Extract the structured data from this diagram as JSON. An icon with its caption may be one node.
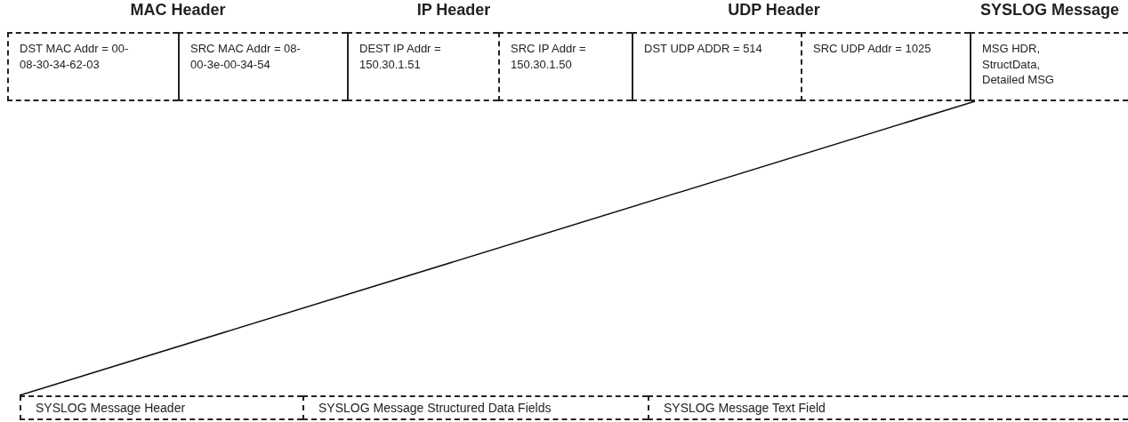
{
  "diagram": {
    "nodes": [
      {
        "text": [
          "DST MAC Addr = 00-08-30-34-62-03"
        ]
      },
      {
        "text": [
          "SRC MAC Addr  = 08-00-3e-00-34-54"
        ]
      },
      {
        "text": [
          "DEST IP Addr = 150.30.1.51"
        ]
      },
      {
        "text": [
          "SRC IP Addr = 150.30.1.50"
        ]
      },
      {
        "text": [
          "DST UDP ADDR = 514"
        ]
      },
      {
        "text": [
          "SRC UDP Addr = 1025"
        ]
      },
      {
        "text": [
          "MSG HDR, StructData, Detailed  MSG"
        ]
      },
      {
        "text": [
          "SYSLOG Message Header"
        ]
      },
      {
        "text": [
          "SYSLOG Message Structured Data Fields"
        ]
      },
      {
        "text": [
          "SYSLOG Message Text Field"
        ]
      }
    ],
    "edges": [
      {
        "from": 6,
        "to": 7,
        "arrow": "none"
      }
    ],
    "labels": [
      "MAC Header",
      "IP Header",
      "UDP Header",
      "SYSLOG Message"
    ]
  }
}
